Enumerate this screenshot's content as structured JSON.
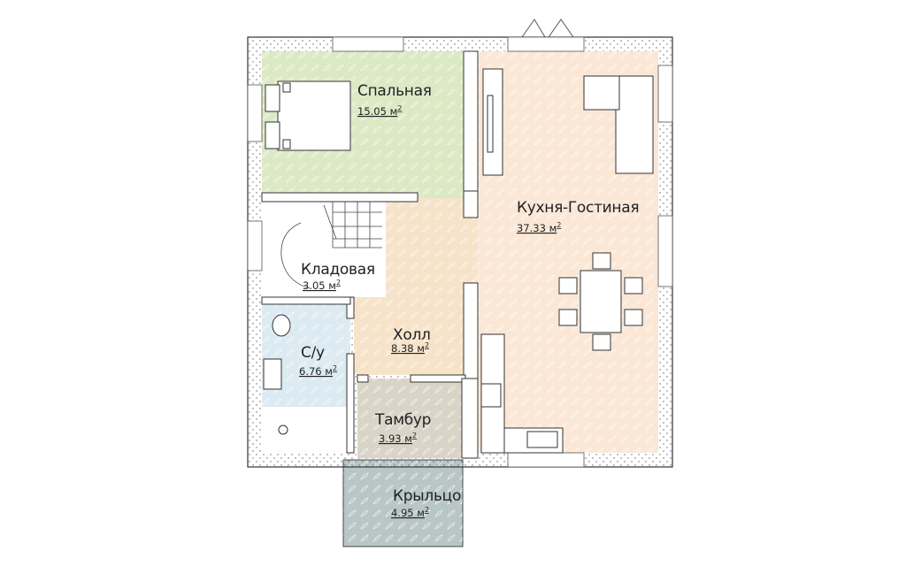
{
  "plan": {
    "colors": {
      "bedroom": "#dbe9c4",
      "kitchen": "#fbe7d6",
      "storage": "#ffffff",
      "hall": "#f6e3c9",
      "bathroom": "#dceaf2",
      "vestibule": "#d9d4c7",
      "porch": "#b9c6c6",
      "wall": "#ffffff",
      "wall_stroke": "#333333"
    },
    "rooms": [
      {
        "id": "bedroom",
        "name": "Спальная",
        "area": "15.05 м",
        "unit_sup": "2"
      },
      {
        "id": "kitchen",
        "name": "Кухня-Гостиная",
        "area": "37.33 м",
        "unit_sup": "2"
      },
      {
        "id": "storage",
        "name": "Кладовая",
        "area": "3.05 м",
        "unit_sup": "2"
      },
      {
        "id": "hall",
        "name": "Холл",
        "area": "8.38 м",
        "unit_sup": "2"
      },
      {
        "id": "bathroom",
        "name": "С/у",
        "area": "6.76 м",
        "unit_sup": "2"
      },
      {
        "id": "vestibule",
        "name": "Тамбур",
        "area": "3.93 м",
        "unit_sup": "2"
      },
      {
        "id": "porch",
        "name": "Крыльцо",
        "area": "4.95 м",
        "unit_sup": "2"
      }
    ]
  }
}
